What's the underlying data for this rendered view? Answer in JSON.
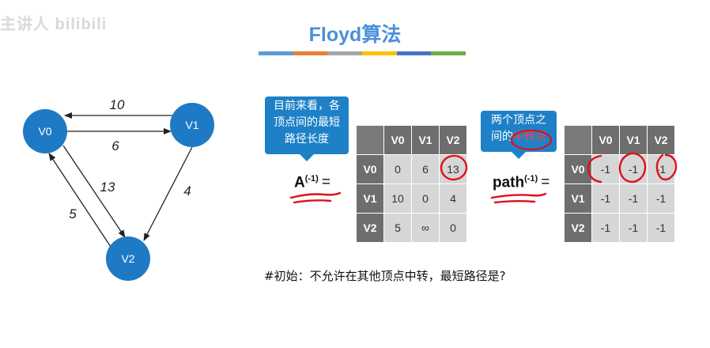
{
  "watermark": "主讲人 bilibili",
  "title": "Floyd算法",
  "color_bars": [
    "#5b9bd5",
    "#ed7d31",
    "#a5a5a5",
    "#ffc000",
    "#4472c4",
    "#70ad47"
  ],
  "graph": {
    "nodes": [
      {
        "id": "v0",
        "label": "V0"
      },
      {
        "id": "v1",
        "label": "V1"
      },
      {
        "id": "v2",
        "label": "V2"
      }
    ],
    "edges": [
      {
        "from": "V1",
        "to": "V0",
        "weight": "10"
      },
      {
        "from": "V0",
        "to": "V1",
        "weight": "6"
      },
      {
        "from": "V0",
        "to": "V2",
        "weight": "13"
      },
      {
        "from": "V2",
        "to": "V0",
        "weight": "5"
      },
      {
        "from": "V1",
        "to": "V2",
        "weight": "4"
      }
    ]
  },
  "matrix_a": {
    "callout": [
      "目前来看，各",
      "顶点间的最短",
      "路径长度"
    ],
    "label": "A",
    "superscript": "(-1)",
    "equals": "=",
    "headers": [
      "V0",
      "V1",
      "V2"
    ],
    "rows": [
      {
        "header": "V0",
        "cells": [
          "0",
          "6",
          "13"
        ]
      },
      {
        "header": "V1",
        "cells": [
          "10",
          "0",
          "4"
        ]
      },
      {
        "header": "V2",
        "cells": [
          "5",
          "∞",
          "0"
        ]
      }
    ]
  },
  "matrix_path": {
    "callout": [
      "两个顶点之",
      "间的",
      "中转点"
    ],
    "label": "path",
    "superscript": "(-1)",
    "equals": "=",
    "headers": [
      "V0",
      "V1",
      "V2"
    ],
    "rows": [
      {
        "header": "V0",
        "cells": [
          "-1",
          "-1",
          "-1"
        ]
      },
      {
        "header": "V1",
        "cells": [
          "-1",
          "-1",
          "-1"
        ]
      },
      {
        "header": "V2",
        "cells": [
          "-1",
          "-1",
          "-1"
        ]
      }
    ]
  },
  "caption": "#初始：不允许在其他顶点中转，最短路径是?",
  "colors": {
    "title": "#4a90d9",
    "node": "#1e7ac4",
    "callout": "#1e81c7",
    "annotation": "#e0101c"
  }
}
